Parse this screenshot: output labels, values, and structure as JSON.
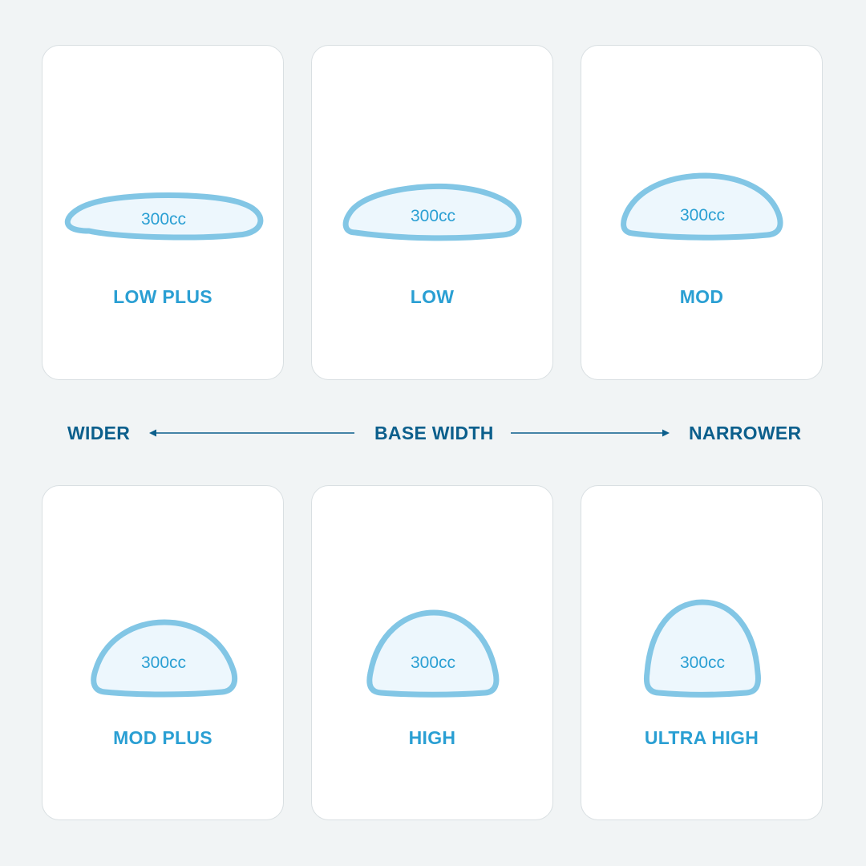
{
  "colors": {
    "background": "#f1f4f5",
    "card": "#ffffff",
    "card_border": "#d9dfe2",
    "implant_stroke": "#82c6e5",
    "implant_fill": "#edf7fd",
    "label": "#2a9fd3",
    "axis_text": "#0c5f8c"
  },
  "axis": {
    "left_label": "WIDER",
    "center_label": "BASE WIDTH",
    "right_label": "NARROWER"
  },
  "profiles": [
    {
      "name": "LOW PLUS",
      "volume": "300cc"
    },
    {
      "name": "LOW",
      "volume": "300cc"
    },
    {
      "name": "MOD",
      "volume": "300cc"
    },
    {
      "name": "MOD PLUS",
      "volume": "300cc"
    },
    {
      "name": "HIGH",
      "volume": "300cc"
    },
    {
      "name": "ULTRA HIGH",
      "volume": "300cc"
    }
  ]
}
